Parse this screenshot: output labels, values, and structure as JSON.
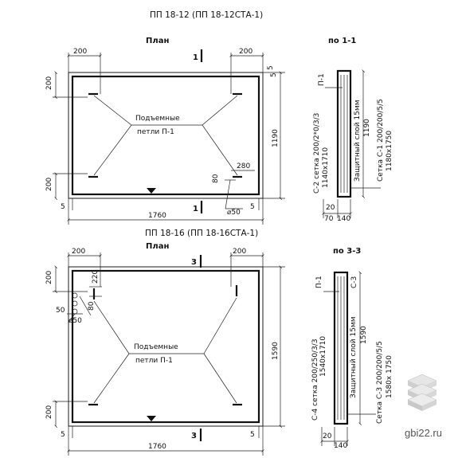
{
  "top": {
    "title": "ПП 18-12 (ПП 18-12СТА-1)",
    "plan_label": "План",
    "section_label": "по 1-1",
    "cut_mark": "1",
    "dim_left_top": "200",
    "dim_right_top": "200",
    "dim_side_top": "200",
    "dim_side_bottom": "200",
    "dim_height": "1190",
    "dim_width": "1760",
    "dim_edge": "5",
    "dim_80": "80",
    "dim_280": "280",
    "dim_50": "⌀50",
    "loops_label_1": "Подъемные",
    "loops_label_2": "петли П-1",
    "sec_p": "П-1",
    "sec_mesh_left_1": "С-2 сетка 200/2*0/3/3",
    "sec_mesh_left_2": "1140х1710",
    "sec_cover": "Защитный слой 15мм",
    "sec_height": "1190",
    "sec_mesh_right_1": "Сетка С-1 200/200/5/5",
    "sec_mesh_right_2": "1180х1750",
    "sec_20": "20",
    "sec_70": "70",
    "sec_140": "140"
  },
  "bottom": {
    "title": "ПП 18-16 (ПП 18-16СТА-1)",
    "plan_label": "План",
    "section_label": "по 3-3",
    "cut_mark": "3",
    "dim_left_top": "200",
    "dim_right_top": "200",
    "dim_side_top": "200",
    "dim_side_bottom": "200",
    "dim_height": "1590",
    "dim_width": "1760",
    "dim_edge": "5",
    "dim_220": "220",
    "dim_80": "80",
    "dim_50": "50",
    "dim_phi": "⌀50",
    "loops_label_1": "Подъемные",
    "loops_label_2": "петли П-1",
    "sec_p": "П-1",
    "sec_c3": "С-3",
    "sec_mesh_left_1": "С-4 сетка 200/250/3/3",
    "sec_mesh_left_2": "1540х1710",
    "sec_cover": "Защитный слой 15мм",
    "sec_height": "1590",
    "sec_mesh_right_1": "Сетка С-3 200/200/5/5",
    "sec_mesh_right_2": "1580х 1750",
    "sec_20": "20",
    "sec_140": "140"
  },
  "watermark": "gbi22.ru"
}
